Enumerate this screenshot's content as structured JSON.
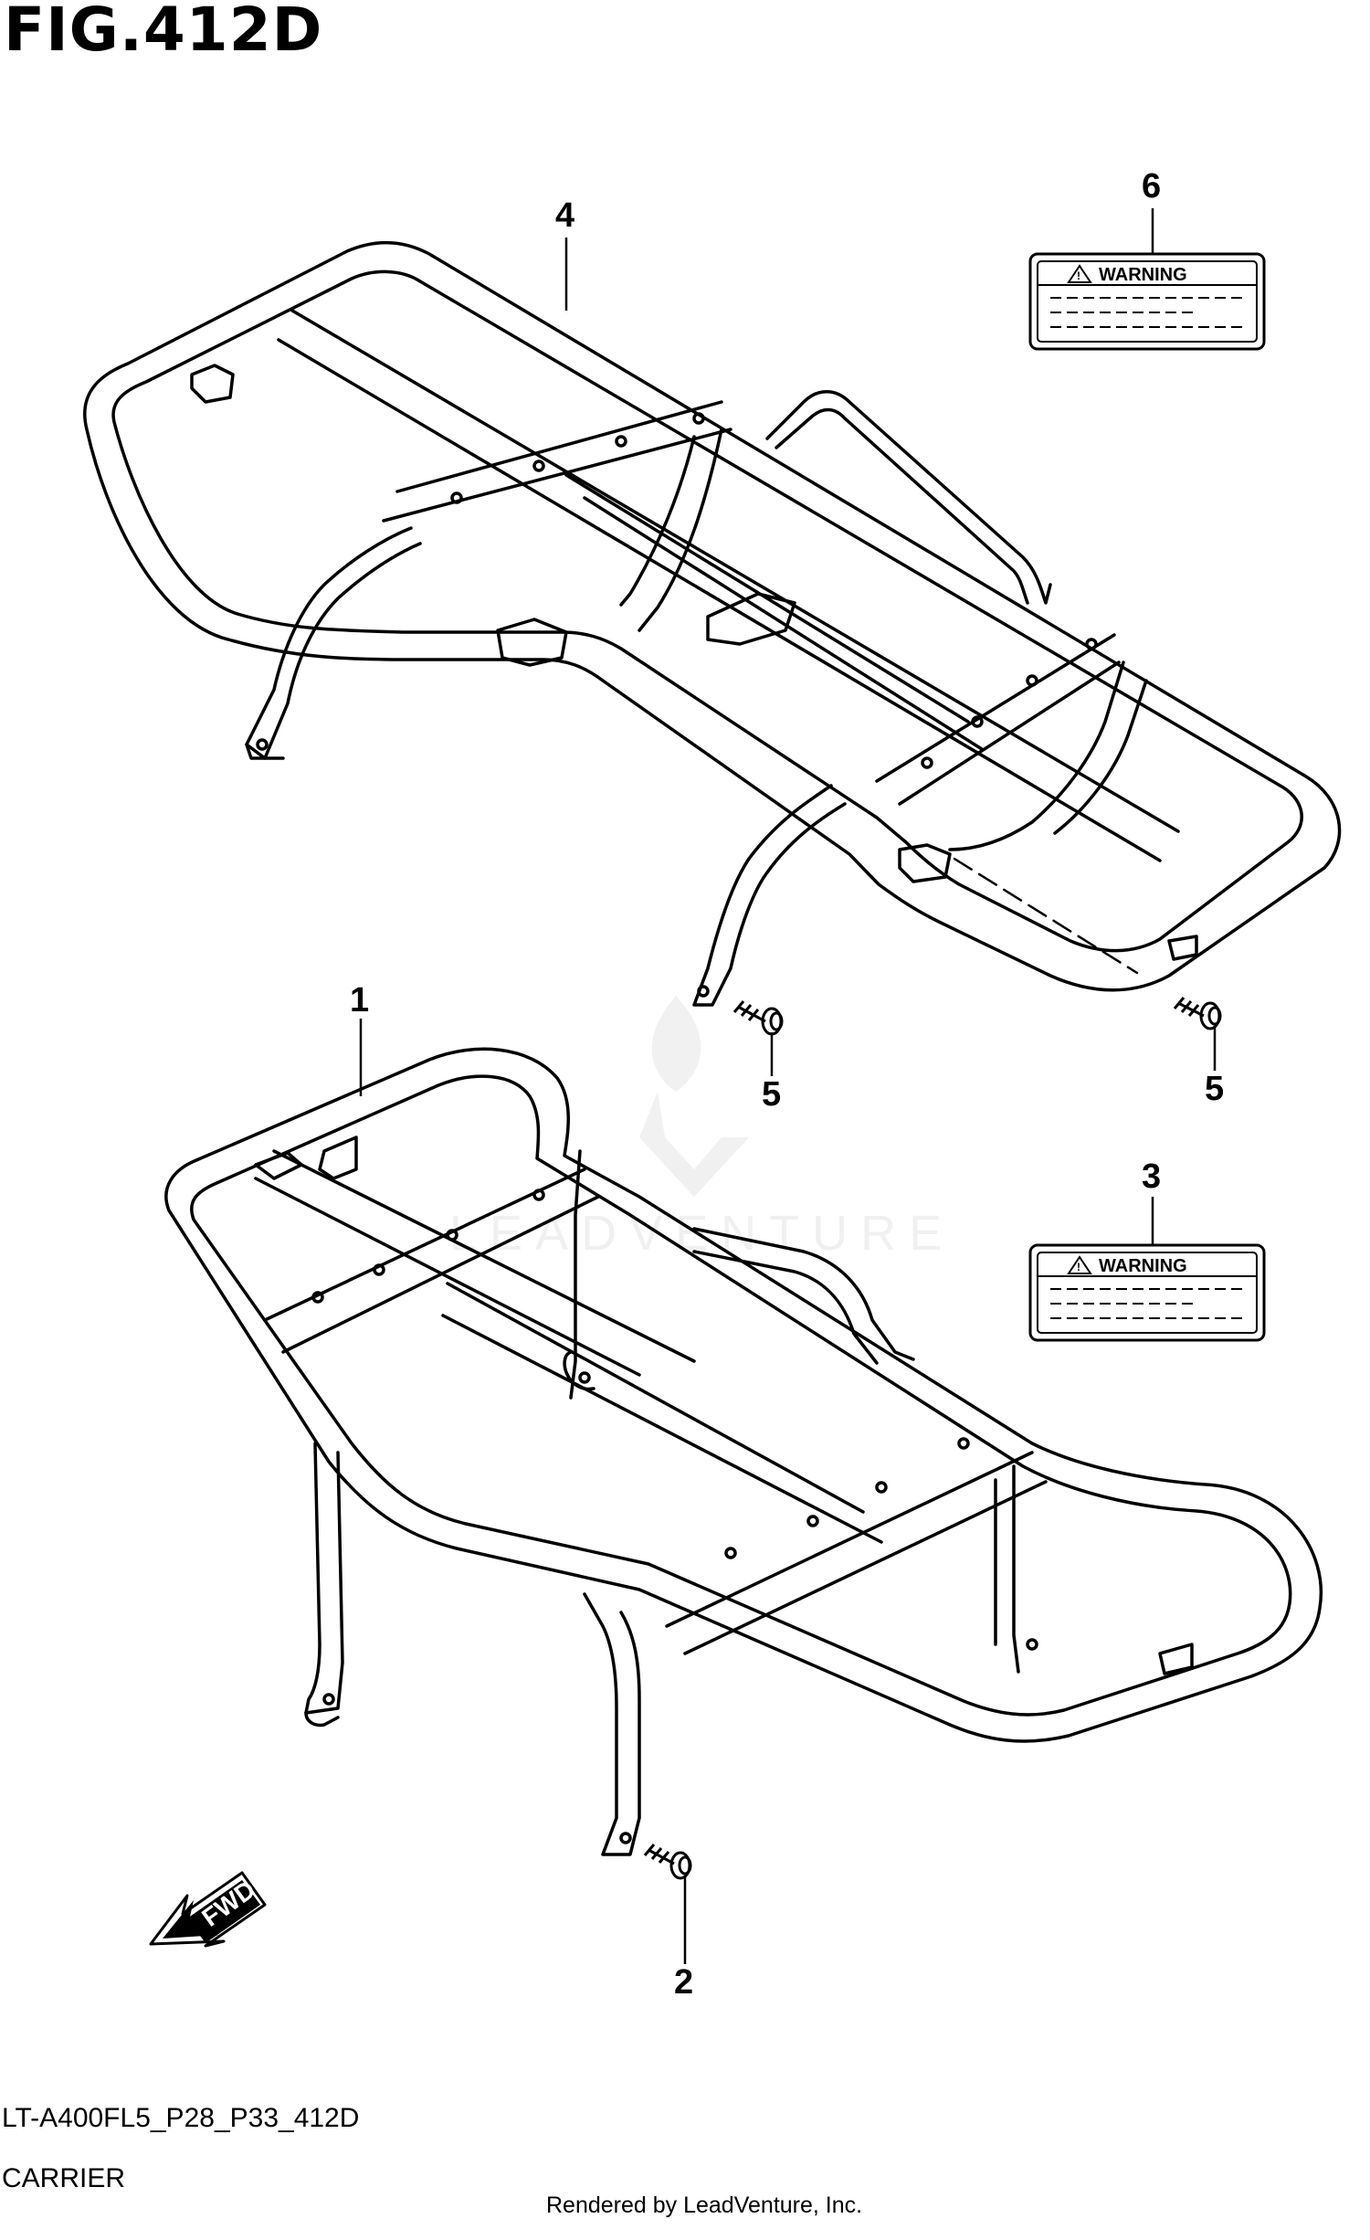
{
  "figure": {
    "title": "FIG.412D"
  },
  "callouts": {
    "p1": "1",
    "p2": "2",
    "p3": "3",
    "p4": "4",
    "p5a": "5",
    "p5b": "5",
    "p6": "6"
  },
  "warning_labels": {
    "upper": "WARNING",
    "lower": "WARNING"
  },
  "direction": {
    "text": "FWD"
  },
  "watermark": {
    "text": "LEADVENTURE"
  },
  "footer": {
    "model_code": "LT-A400FL5_P28_P33_412D",
    "section_name": "CARRIER",
    "rendered_by": "Rendered by LeadVenture, Inc."
  }
}
